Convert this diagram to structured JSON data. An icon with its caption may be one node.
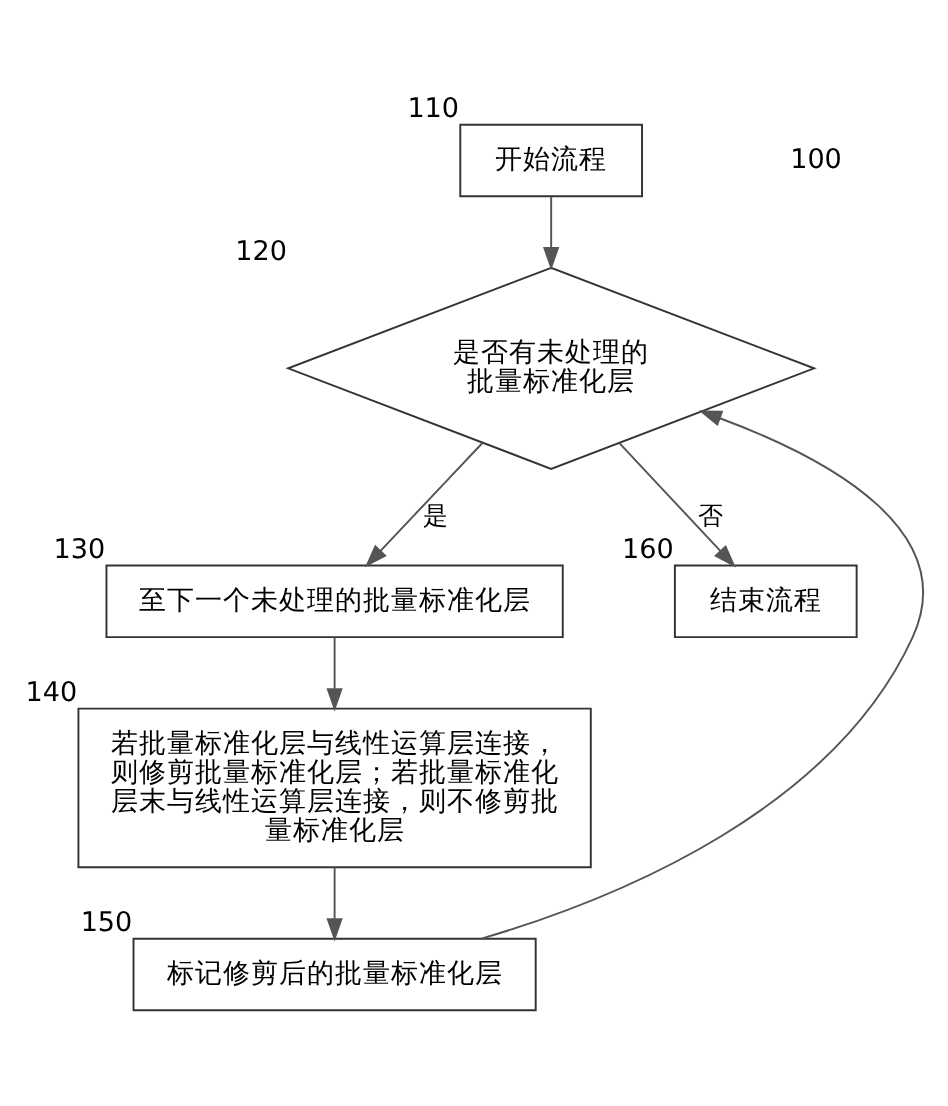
{
  "diagram": {
    "nodes": [
      {
        "text": [
          "开始流程"
        ],
        "beside": [
          "110"
        ]
      },
      {
        "text": [
          "是否有未处理的批量标准化层"
        ],
        "beside": [
          "120"
        ]
      },
      {
        "text": [
          "至下一个未处理的批量标准化层"
        ],
        "beside": [
          "130"
        ]
      },
      {
        "text": [
          "若批量标准化层与线性运算层连接，则修剪批量标准化层；若批量标准化层末与线性运算层连接，则不修剪批量标准化层"
        ],
        "beside": [
          "140"
        ]
      },
      {
        "text": [
          "标记修剪后的批量标准化层"
        ],
        "beside": [
          "150"
        ]
      },
      {
        "text": [
          "结束流程"
        ],
        "beside": [
          "160"
        ]
      }
    ],
    "edges": [
      {
        "from": 0,
        "to": 1,
        "arrow": "to"
      },
      {
        "from": 1,
        "to": 2,
        "arrow": "to",
        "label": "是"
      },
      {
        "from": 1,
        "to": 5,
        "arrow": "to",
        "label": "否"
      },
      {
        "from": 2,
        "to": 3,
        "arrow": "to"
      },
      {
        "from": 3,
        "to": 4,
        "arrow": "to"
      },
      {
        "from": 4,
        "to": 1,
        "arrow": "to"
      }
    ],
    "labels": [
      "100"
    ]
  }
}
